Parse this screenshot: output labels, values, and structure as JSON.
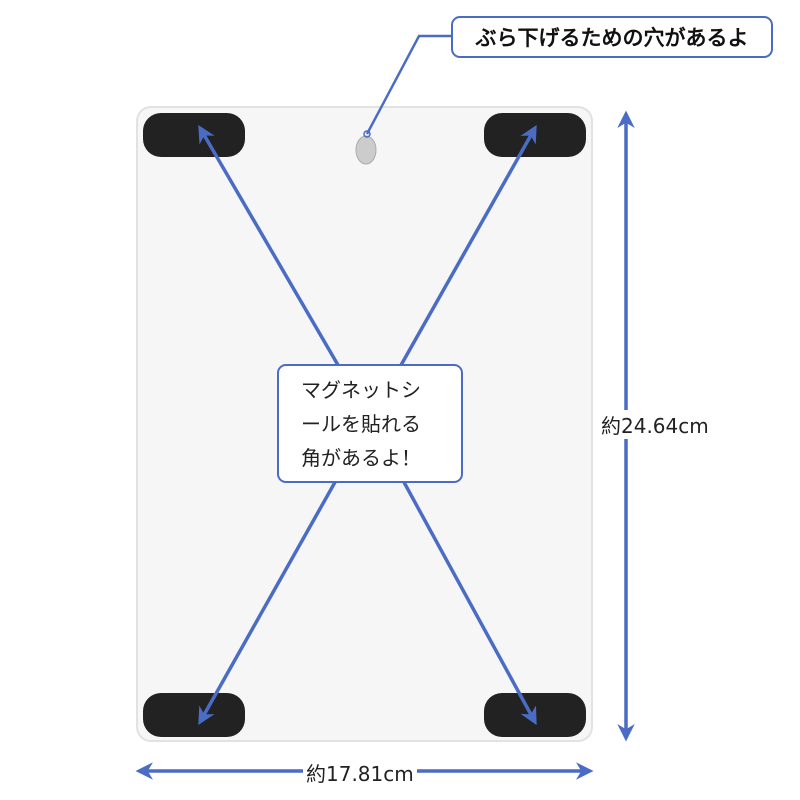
{
  "callout_hole": "ぶら下げるための穴があるよ",
  "center_note": {
    "lines": [
      "マグネットシ",
      "ールを貼れる",
      "角があるよ！"
    ]
  },
  "dimensions": {
    "height": "約24.64cm",
    "width": "約17.81cm"
  },
  "colors": {
    "accent": "#4a6cc4",
    "magnet": "#222222",
    "board": "#f6f6f6"
  }
}
